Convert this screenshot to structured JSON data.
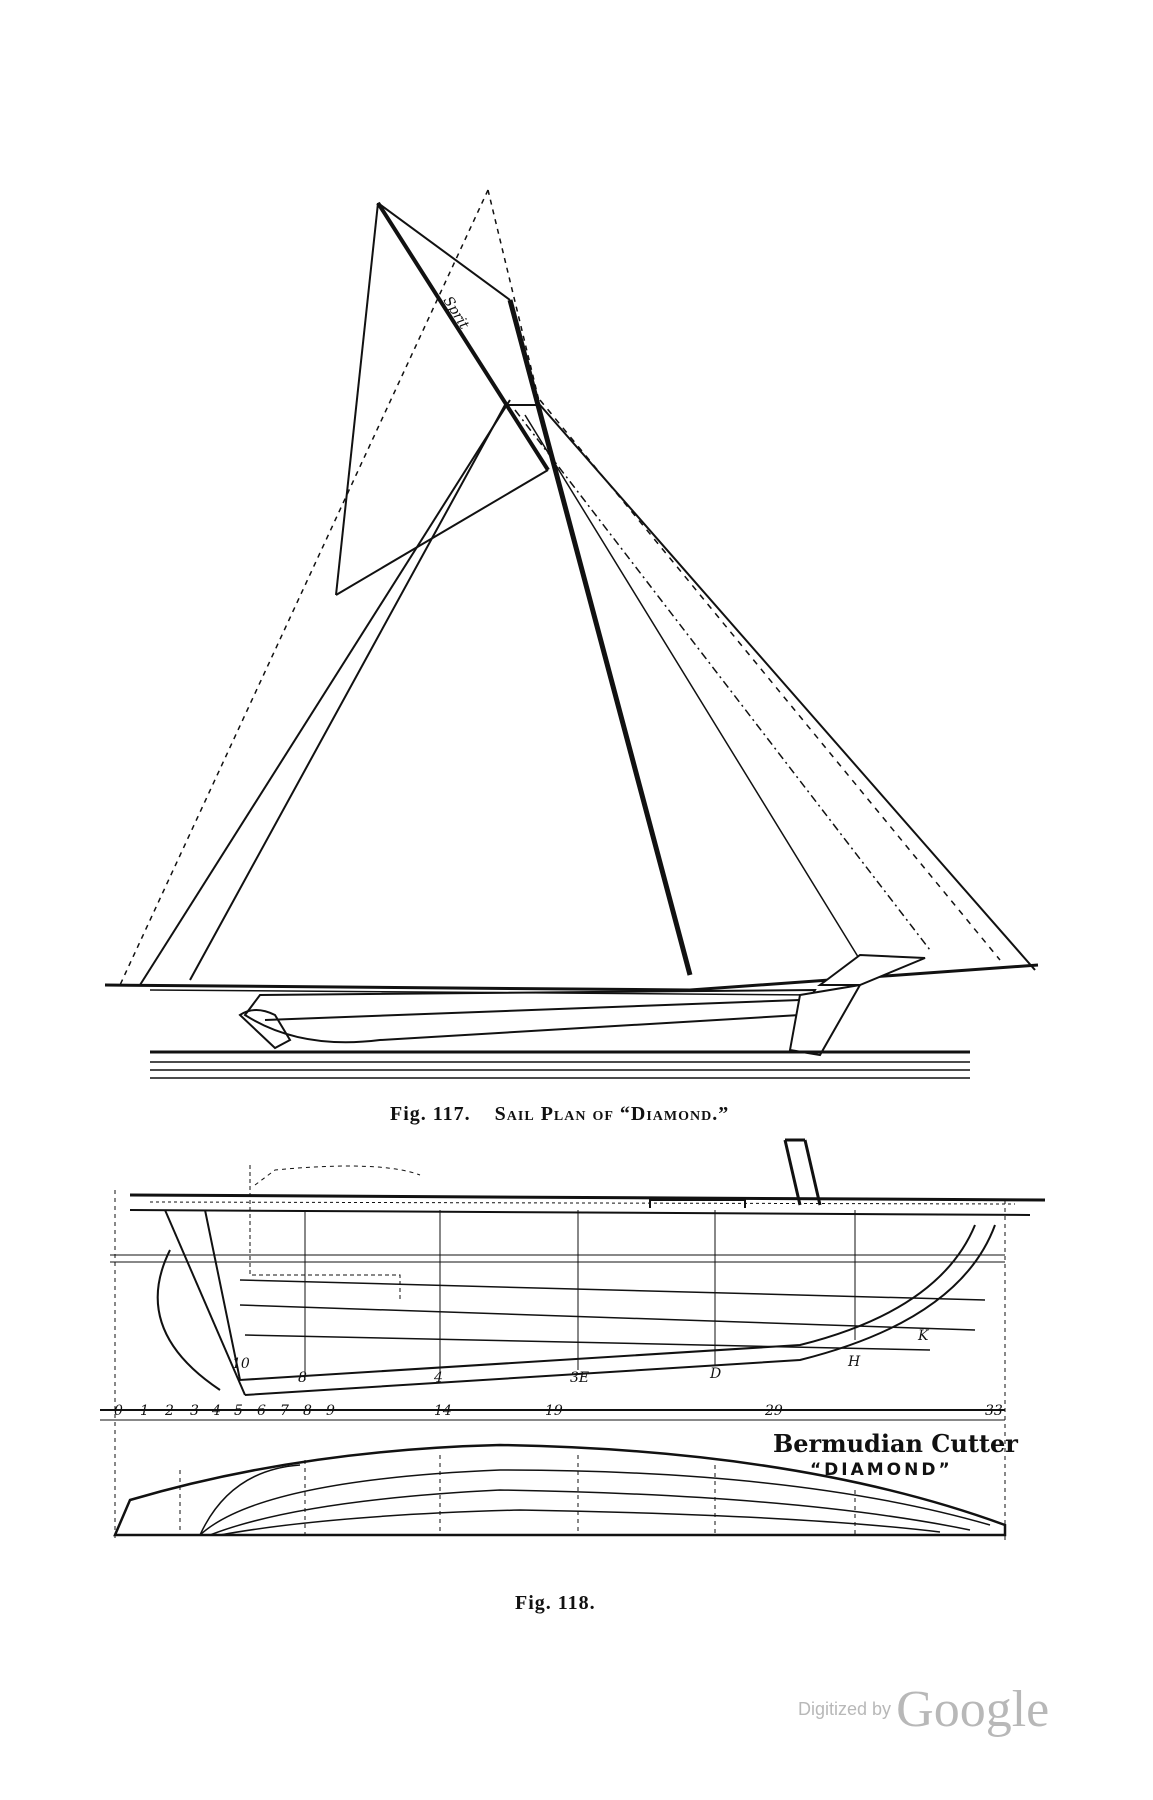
{
  "figure_117": {
    "label": "Fig. 117.",
    "caption": "Sail Plan of “Diamond.”",
    "sail_labels": {
      "sprit": "Sprit"
    }
  },
  "figure_118": {
    "label": "Fig. 118.",
    "title_line1": "Bermudian Cutter",
    "title_line2": "“DIAMOND”",
    "scale_ticks": [
      "0",
      "1",
      "2",
      "3",
      "4",
      "5",
      "6",
      "7",
      "8",
      "9",
      "14",
      "19",
      "29",
      "33"
    ],
    "section_labels": [
      "10",
      "8",
      "4",
      "3E",
      "D",
      "H",
      "K"
    ]
  },
  "watermark": {
    "prefix": "Digitized by",
    "brand": "Google"
  }
}
